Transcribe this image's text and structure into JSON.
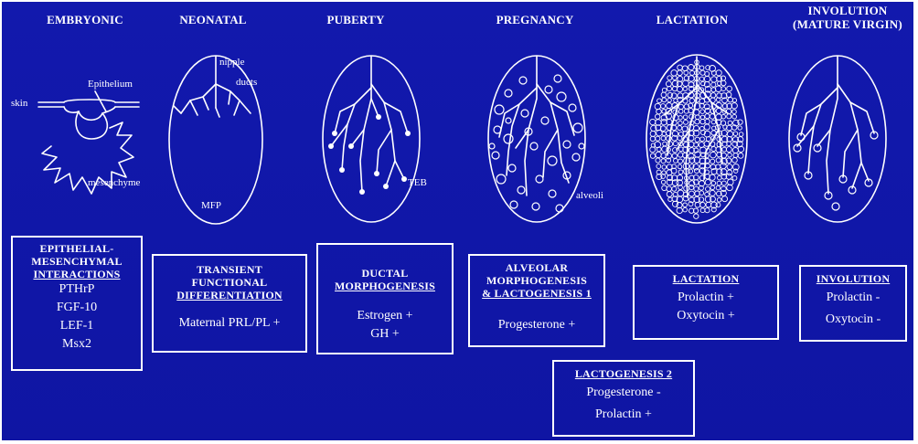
{
  "stages": [
    {
      "id": "embryonic",
      "title": "EMBRYONIC"
    },
    {
      "id": "neonatal",
      "title": "NEONATAL"
    },
    {
      "id": "puberty",
      "title": "PUBERTY"
    },
    {
      "id": "pregnancy",
      "title": "PREGNANCY"
    },
    {
      "id": "lactation",
      "title": "LACTATION"
    },
    {
      "id": "involution",
      "title_line1": "INVOLUTION",
      "title_line2": "(MATURE VIRGIN)"
    }
  ],
  "diagram_labels": {
    "skin": "skin",
    "epithelium": "Epithelium",
    "mesenchyme": "mesenchyme",
    "nipple": "nipple",
    "ducts": "ducts",
    "mfp": "MFP",
    "teb": "TEB",
    "alveoli": "alveoli"
  },
  "boxes": {
    "embryonic": {
      "head_lines": [
        "EPITHELIAL-",
        "MESENCHYMAL"
      ],
      "head_underlined": "INTERACTIONS",
      "factors": [
        "PTHrP",
        "FGF-10",
        "LEF-1",
        "Msx2"
      ]
    },
    "neonatal": {
      "head_lines": [
        "TRANSIENT",
        "FUNCTIONAL"
      ],
      "head_underlined": "DIFFERENTIATION",
      "factors": [
        "Maternal PRL/PL +"
      ]
    },
    "puberty": {
      "head_lines": [
        "DUCTAL"
      ],
      "head_underlined": "MORPHOGENESIS",
      "factors": [
        "Estrogen +",
        "GH +"
      ]
    },
    "pregnancy": {
      "head_lines": [
        "ALVEOLAR",
        "MORPHOGENESIS"
      ],
      "head_underlined": "& LACTOGENESIS 1",
      "factors": [
        "Progesterone +"
      ]
    },
    "lactation": {
      "head_underlined": "LACTATION",
      "factors": [
        "Prolactin +",
        "Oxytocin +"
      ]
    },
    "involution": {
      "head_underlined": "INVOLUTION",
      "factors": [
        "Prolactin -",
        "Oxytocin -"
      ]
    },
    "lactogenesis2": {
      "head_underlined": "LACTOGENESIS 2",
      "factors": [
        "Progesterone -",
        "Prolactin +"
      ]
    }
  },
  "colors": {
    "background": "#1016a8",
    "foreground": "#ffffff"
  }
}
